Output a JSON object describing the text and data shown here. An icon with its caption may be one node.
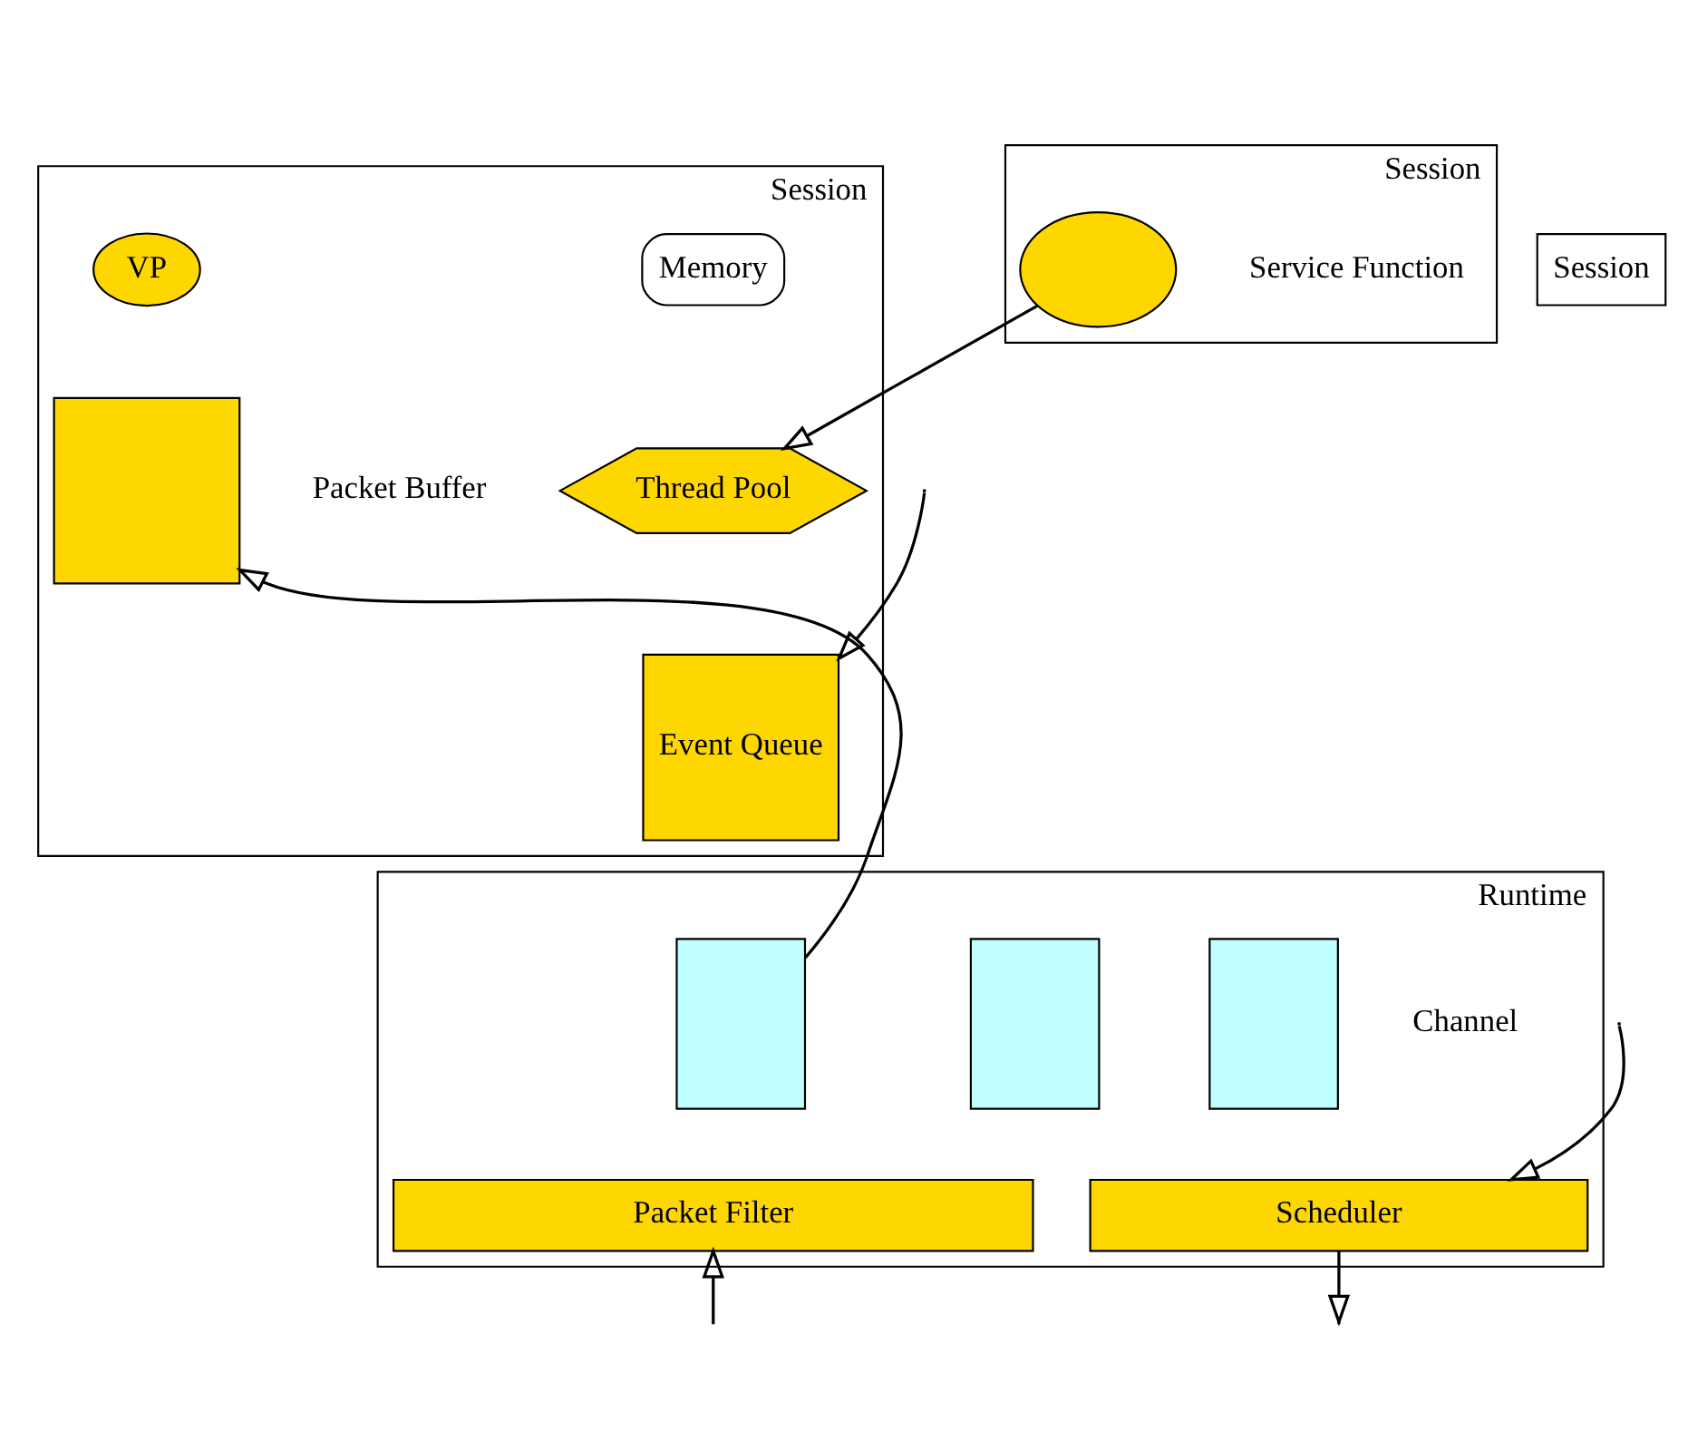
{
  "diagram": {
    "nodes": [
      {
        "text": [
          "Session"
        ]
      },
      {
        "text": [
          "Memory"
        ],
        "in": 0
      },
      {
        "text": [
          "Thread Pool"
        ],
        "in": 0
      },
      {
        "text": [
          "VP"
        ],
        "in": 0
      },
      {
        "text": [
          "Event Queue"
        ],
        "in": 0
      },
      {
        "text": [],
        "shape": "box",
        "in": 0,
        "beside": [
          "Packet Buffer"
        ]
      },
      {
        "text": [
          "Session"
        ]
      },
      {
        "text": [],
        "shape": "circle",
        "in": 6,
        "beside": [
          "Service Function"
        ]
      },
      {
        "text": [
          "Session"
        ]
      },
      {
        "text": [
          "Runtime"
        ]
      },
      {
        "text": [],
        "shape": "box",
        "in": 9
      },
      {
        "text": [],
        "shape": "box",
        "in": 9
      },
      {
        "text": [],
        "shape": "box",
        "in": 9
      },
      {
        "text": [
          "Packet Filter"
        ],
        "in": 9
      },
      {
        "text": [
          "Scheduler"
        ],
        "in": 9
      }
    ],
    "edges": [
      {
        "from": 7,
        "to": 2,
        "arrow": "to"
      },
      {
        "from": null,
        "to": 4,
        "arrow": "to"
      },
      {
        "from": 10,
        "to": 5,
        "arrow": "to"
      },
      {
        "from": null,
        "to": 14,
        "arrow": "to"
      },
      {
        "from": null,
        "to": 13,
        "arrow": "to"
      },
      {
        "from": 14,
        "to": null,
        "arrow": "to"
      }
    ],
    "labels": [
      "Channel"
    ]
  }
}
